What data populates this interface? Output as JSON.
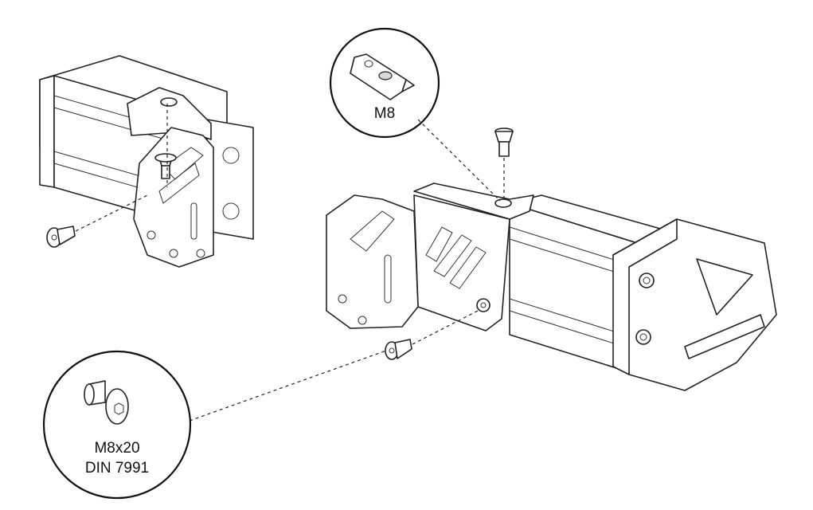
{
  "callouts": {
    "t_nut": {
      "label": "M8"
    },
    "screw": {
      "label_line1": "M8x20",
      "label_line2": "DIN 7991"
    }
  },
  "colors": {
    "line": "#222222",
    "background": "#ffffff"
  }
}
